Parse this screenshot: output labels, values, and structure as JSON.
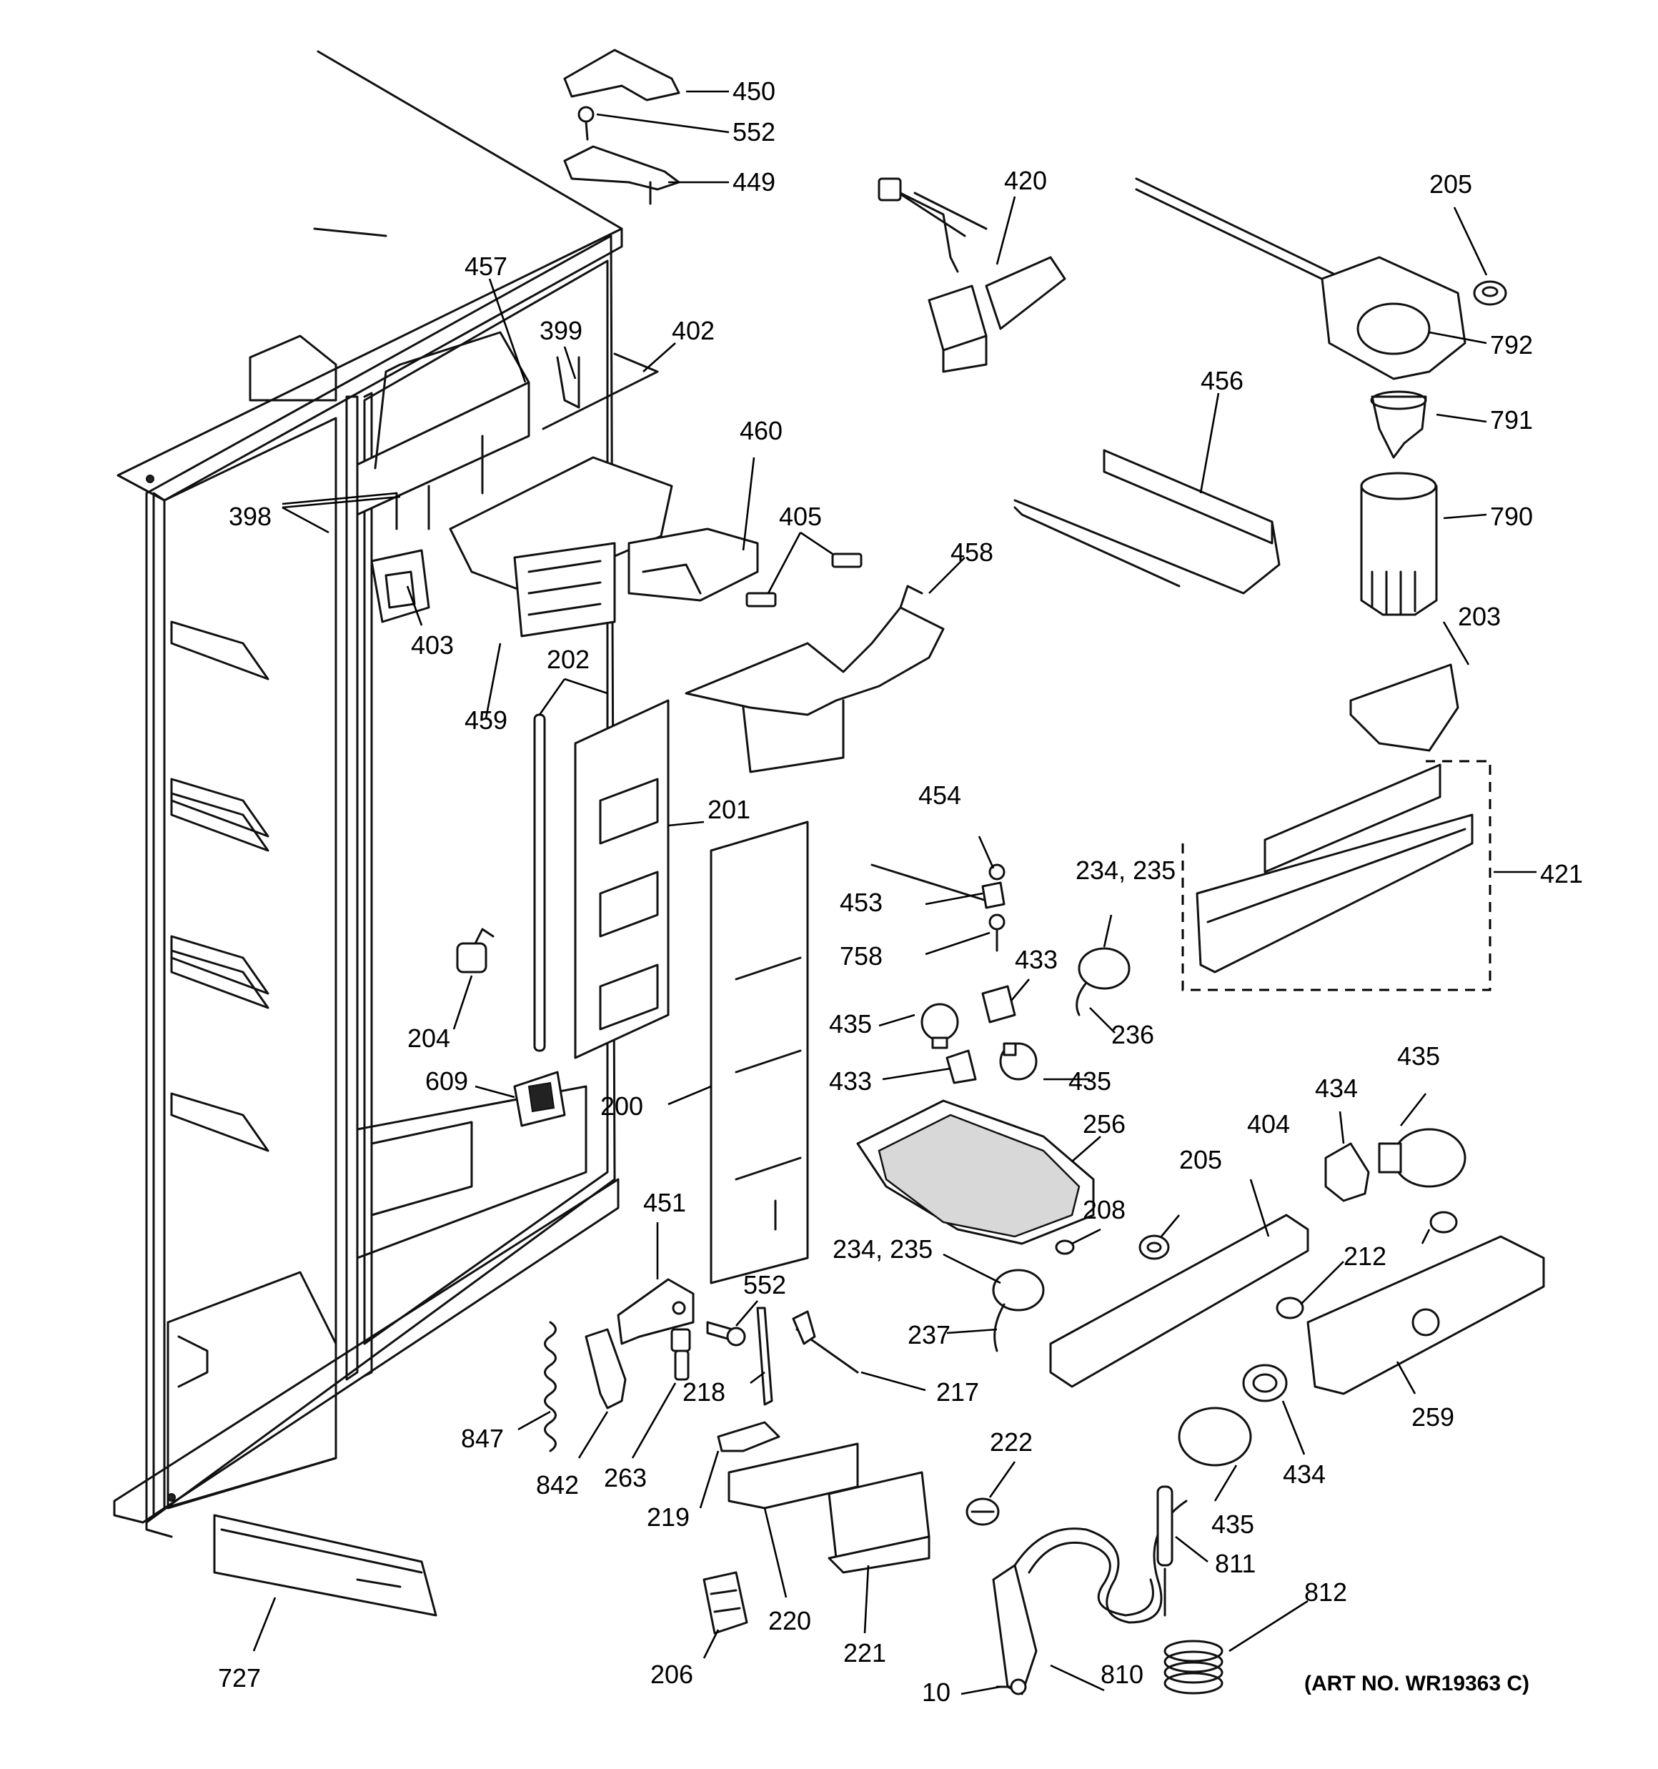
{
  "art_number": "(ART NO. WR19363 C)",
  "callouts": [
    {
      "id": "c450",
      "label": "450"
    },
    {
      "id": "c552a",
      "label": "552"
    },
    {
      "id": "c449",
      "label": "449"
    },
    {
      "id": "c420",
      "label": "420"
    },
    {
      "id": "c205a",
      "label": "205"
    },
    {
      "id": "c792",
      "label": "792"
    },
    {
      "id": "c457",
      "label": "457"
    },
    {
      "id": "c399",
      "label": "399"
    },
    {
      "id": "c402",
      "label": "402"
    },
    {
      "id": "c456",
      "label": "456"
    },
    {
      "id": "c791",
      "label": "791"
    },
    {
      "id": "c460",
      "label": "460"
    },
    {
      "id": "c398",
      "label": "398"
    },
    {
      "id": "c405",
      "label": "405"
    },
    {
      "id": "c790",
      "label": "790"
    },
    {
      "id": "c458",
      "label": "458"
    },
    {
      "id": "c202",
      "label": "202"
    },
    {
      "id": "c403",
      "label": "403"
    },
    {
      "id": "c459",
      "label": "459"
    },
    {
      "id": "c203",
      "label": "203"
    },
    {
      "id": "c201",
      "label": "201"
    },
    {
      "id": "c454",
      "label": "454"
    },
    {
      "id": "c453",
      "label": "453"
    },
    {
      "id": "c234a",
      "label": "234, 235"
    },
    {
      "id": "c421",
      "label": "421"
    },
    {
      "id": "c758",
      "label": "758"
    },
    {
      "id": "c433a",
      "label": "433"
    },
    {
      "id": "c204",
      "label": "204"
    },
    {
      "id": "c435a",
      "label": "435"
    },
    {
      "id": "c236",
      "label": "236"
    },
    {
      "id": "c433b",
      "label": "433"
    },
    {
      "id": "c435b",
      "label": "435"
    },
    {
      "id": "c609",
      "label": "609"
    },
    {
      "id": "c200",
      "label": "200"
    },
    {
      "id": "c435c",
      "label": "435"
    },
    {
      "id": "c434a",
      "label": "434"
    },
    {
      "id": "c256",
      "label": "256"
    },
    {
      "id": "c205b",
      "label": "205"
    },
    {
      "id": "c404",
      "label": "404"
    },
    {
      "id": "c451",
      "label": "451"
    },
    {
      "id": "c208",
      "label": "208"
    },
    {
      "id": "c234b",
      "label": "234, 235"
    },
    {
      "id": "c212",
      "label": "212"
    },
    {
      "id": "c552b",
      "label": "552"
    },
    {
      "id": "c237",
      "label": "237"
    },
    {
      "id": "c218",
      "label": "218"
    },
    {
      "id": "c217",
      "label": "217"
    },
    {
      "id": "c259",
      "label": "259"
    },
    {
      "id": "c847",
      "label": "847"
    },
    {
      "id": "c842",
      "label": "842"
    },
    {
      "id": "c263",
      "label": "263"
    },
    {
      "id": "c222",
      "label": "222"
    },
    {
      "id": "c434b",
      "label": "434"
    },
    {
      "id": "c219",
      "label": "219"
    },
    {
      "id": "c435d",
      "label": "435"
    },
    {
      "id": "c811",
      "label": "811"
    },
    {
      "id": "c812",
      "label": "812"
    },
    {
      "id": "c220",
      "label": "220"
    },
    {
      "id": "c221",
      "label": "221"
    },
    {
      "id": "c727",
      "label": "727"
    },
    {
      "id": "c206",
      "label": "206"
    },
    {
      "id": "c810",
      "label": "810"
    },
    {
      "id": "c10",
      "label": "10"
    }
  ]
}
